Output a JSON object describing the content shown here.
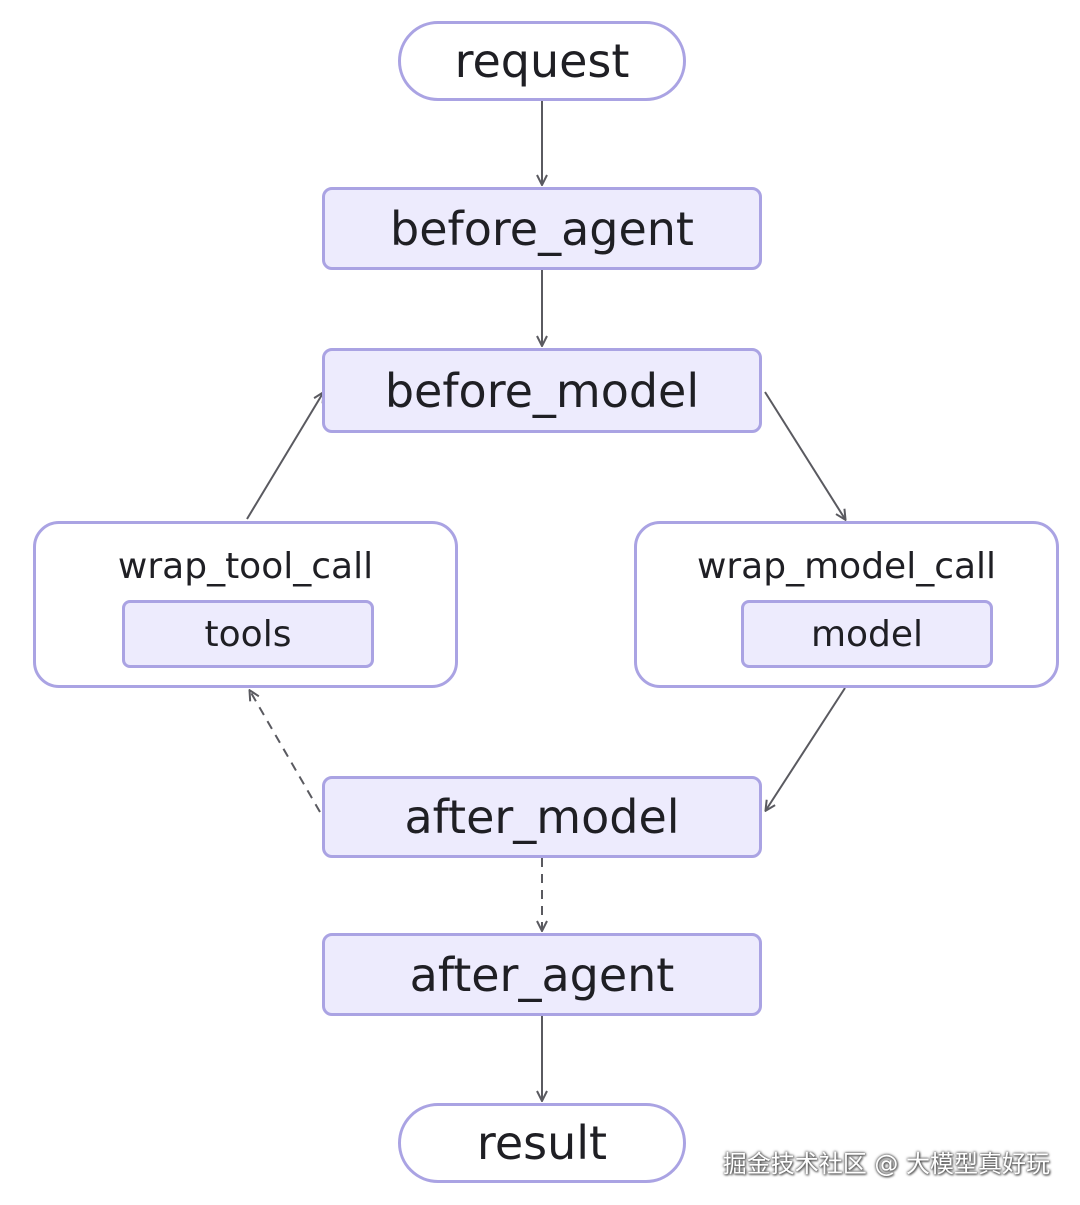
{
  "nodes": {
    "request": "request",
    "before_agent": "before_agent",
    "before_model": "before_model",
    "wrap_tool_call": "wrap_tool_call",
    "tools": "tools",
    "wrap_model_call": "wrap_model_call",
    "model": "model",
    "after_model": "after_model",
    "after_agent": "after_agent",
    "result": "result"
  },
  "edges": [
    {
      "from": "request",
      "to": "before_agent",
      "style": "solid"
    },
    {
      "from": "before_agent",
      "to": "before_model",
      "style": "solid"
    },
    {
      "from": "before_model",
      "to": "wrap_model_call",
      "style": "solid"
    },
    {
      "from": "wrap_model_call",
      "to": "after_model",
      "style": "solid"
    },
    {
      "from": "after_model",
      "to": "wrap_tool_call",
      "style": "dashed"
    },
    {
      "from": "wrap_tool_call",
      "to": "before_model",
      "style": "solid"
    },
    {
      "from": "after_model",
      "to": "after_agent",
      "style": "dashed"
    },
    {
      "from": "after_agent",
      "to": "result",
      "style": "solid"
    }
  ],
  "colors": {
    "node_border": "#aaa3e3",
    "node_fill": "#edebfd",
    "terminal_fill": "#ffffff",
    "edge": "#5a5a60"
  },
  "watermark": "掘金技术社区 @ 大模型真好玩"
}
